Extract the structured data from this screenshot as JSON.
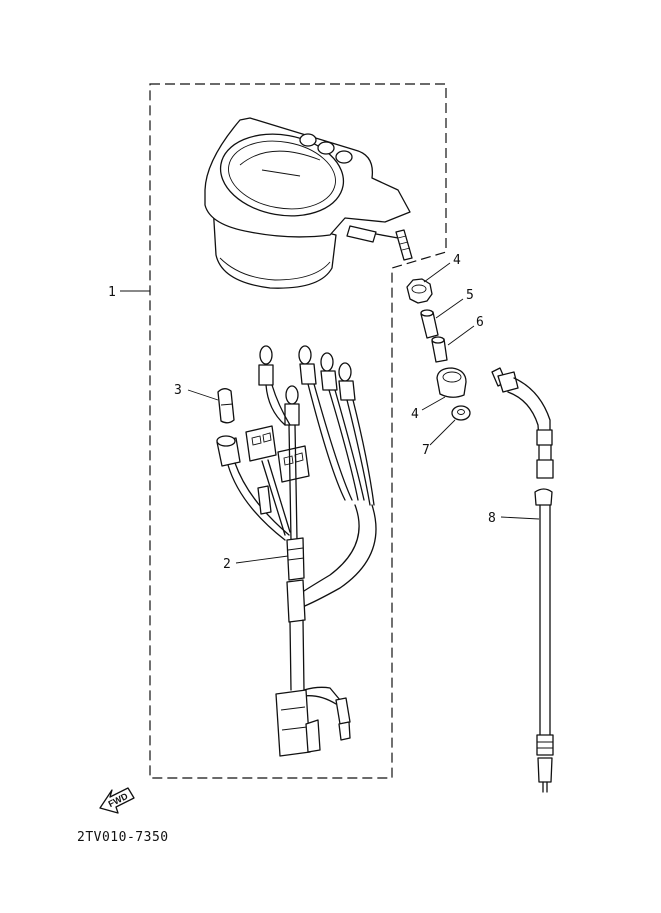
{
  "diagram": {
    "drawing_code": "2TV010-7350",
    "direction_label": "FWD",
    "callouts": [
      {
        "id": "1",
        "label": "1"
      },
      {
        "id": "2",
        "label": "2"
      },
      {
        "id": "3",
        "label": "3"
      },
      {
        "id": "4a",
        "label": "4"
      },
      {
        "id": "5",
        "label": "5"
      },
      {
        "id": "6",
        "label": "6"
      },
      {
        "id": "4b",
        "label": "4"
      },
      {
        "id": "7",
        "label": "7"
      },
      {
        "id": "8",
        "label": "8"
      }
    ]
  }
}
